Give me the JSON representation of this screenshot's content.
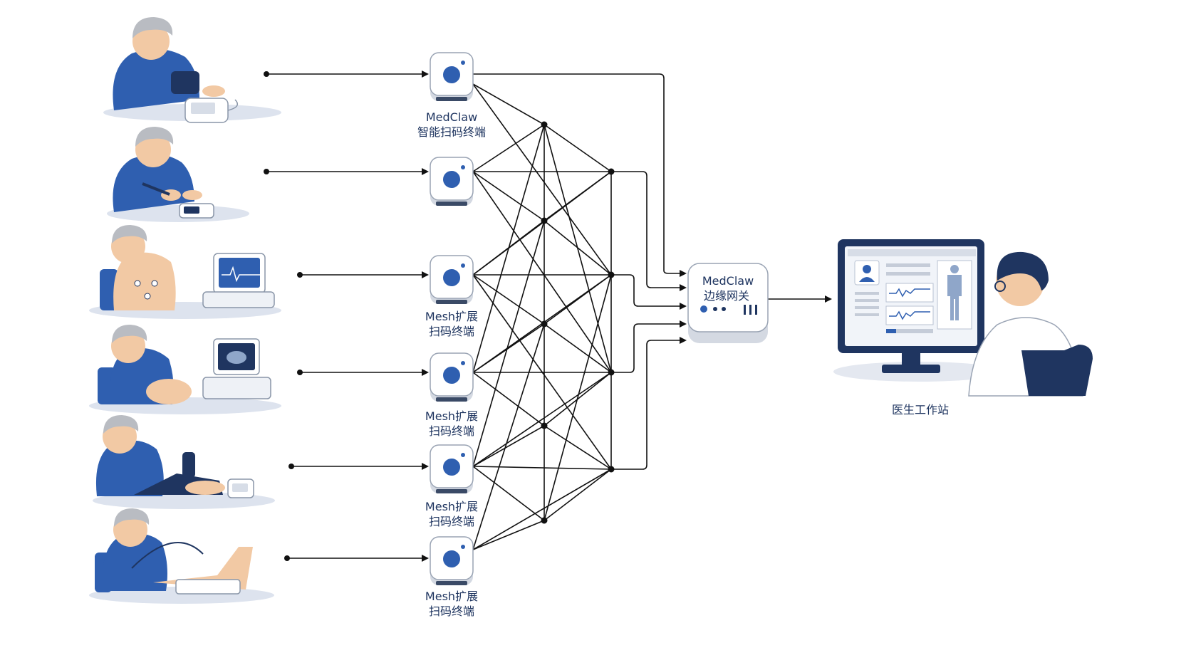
{
  "terminals": [
    {
      "line1": "MedClaw",
      "line2": "智能扫码终端"
    },
    {
      "line1": "",
      "line2": ""
    },
    {
      "line1": "Mesh扩展",
      "line2": "扫码终端"
    },
    {
      "line1": "",
      "line2": ""
    },
    {
      "line1": "Mesh扩展",
      "line2": "扫码终端"
    },
    {
      "line1": "Mesh扩展",
      "line2": "扫码终端"
    },
    {
      "line1": "Mesh扩展",
      "line2": "扫码终端"
    }
  ],
  "gateway": {
    "line1": "MedClaw",
    "line2": "边缘网关"
  },
  "workstation": {
    "label": "医生工作站"
  },
  "patients": [
    {
      "device": "blood-pressure-monitor-icon"
    },
    {
      "device": "glucose-meter-icon"
    },
    {
      "device": "ecg-monitor-icon"
    },
    {
      "device": "ultrasound-icon"
    },
    {
      "device": "gait-sensor-icon"
    },
    {
      "device": "foot-scanner-icon"
    }
  ],
  "colors": {
    "accent": "#2f5fb0",
    "dark": "#1f3560",
    "skin": "#f2c9a4",
    "hair": "#b9bcc2"
  }
}
